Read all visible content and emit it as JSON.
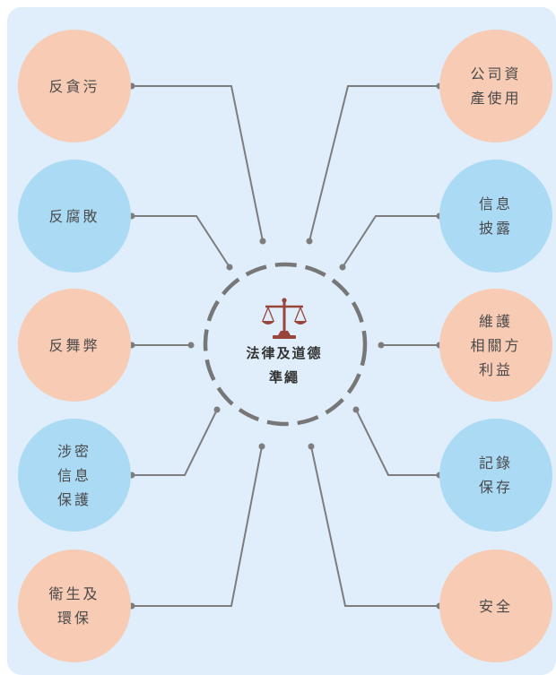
{
  "colors": {
    "panel_background": "#dfeefa",
    "peach_node": "#f8cbb5",
    "blue_node": "#abdaf5",
    "connector_line": "#7d7d7d",
    "dashed_ring": "#777777",
    "scale_icon": "#98463c"
  },
  "center": {
    "icon": "scale-of-justice-icon",
    "title": "法律及道德\n準繩"
  },
  "left_nodes": [
    {
      "label": "反貪污",
      "color": "peach"
    },
    {
      "label": "反腐敗",
      "color": "blue"
    },
    {
      "label": "反舞弊",
      "color": "peach"
    },
    {
      "label": "涉密\n信息\n保護",
      "color": "blue"
    },
    {
      "label": "衛生及\n環保",
      "color": "peach"
    }
  ],
  "right_nodes": [
    {
      "label": "公司資\n產使用",
      "color": "peach"
    },
    {
      "label": "信息\n披露",
      "color": "blue"
    },
    {
      "label": "維護\n相關方\n利益",
      "color": "peach"
    },
    {
      "label": "記錄\n保存",
      "color": "blue"
    },
    {
      "label": "安全",
      "color": "peach"
    }
  ]
}
